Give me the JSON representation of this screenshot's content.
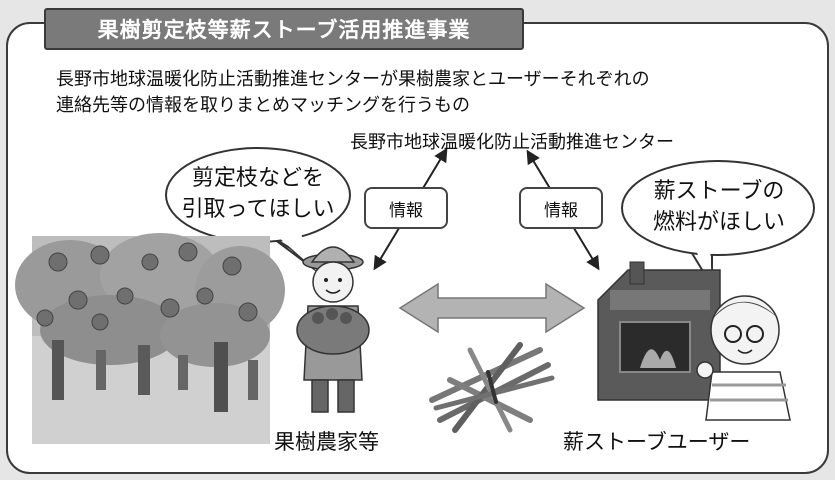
{
  "title": "果樹剪定枝等薪ストーブ活用推進事業",
  "intro_lines": [
    "長野市地球温暖化防止活動推進センターが果樹農家とユーザーそれぞれの",
    "連絡先等の情報を取りまとめマッチングを行うもの"
  ],
  "center": {
    "label": "長野市地球温暖化防止活動推進センター"
  },
  "info_left": "情報",
  "info_right": "情報",
  "bubble_left": {
    "line1": "剪定枝などを",
    "line2": "引取ってほしい"
  },
  "bubble_right": {
    "line1": "薪ストーブの",
    "line2": "燃料がほしい"
  },
  "captions": {
    "farmer": "果樹農家等",
    "user": "薪ストーブユーザー"
  }
}
